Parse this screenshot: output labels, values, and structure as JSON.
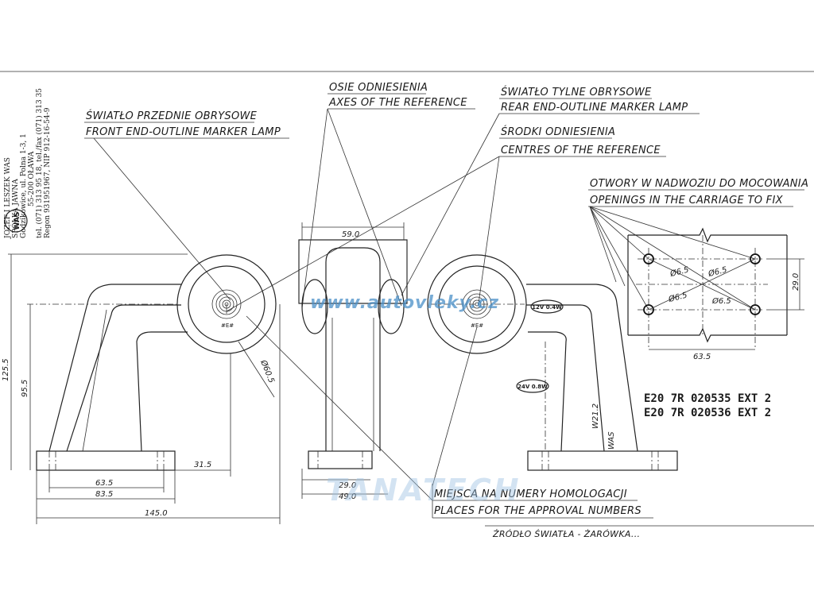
{
  "manufacturer": {
    "lines": [
      "JOZEF I LESZEK WAS",
      "SPÓŁKA JAWNA",
      "Godzikowice, ul. Polna 1-3, 1",
      "55-200 OŁAWA",
      "tel. (071) 313 95 18, tel./fax (071) 313 35",
      "Regon 931951967, NIP 912-16-54-9"
    ],
    "logo_text": "WAS"
  },
  "labels": {
    "front_pl": "ŚWIATŁO PRZEDNIE OBRYSOWE",
    "front_en": "FRONT END-OUTLINE MARKER LAMP",
    "axes_pl": "OSIE ODNIESIENIA",
    "axes_en": "AXES OF THE REFERENCE",
    "rear_pl": "ŚWIATŁO TYLNE OBRYSOWE",
    "rear_en": "REAR END-OUTLINE MARKER LAMP",
    "centres_pl": "ŚRODKI ODNIESIENIA",
    "centres_en": "CENTRES OF THE REFERENCE",
    "openings_pl": "OTWORY W NADWOZIU DO MOCOWANIA",
    "openings_en": "OPENINGS IN THE CARRIAGE TO FIX",
    "places_pl": "MIEJSCA NA NUMERY HOMOLOGACJI",
    "places_en": "PLACES FOR THE APPROVAL NUMBERS"
  },
  "dimensions": {
    "d590": "59.0",
    "d1255": "125.5",
    "d955": "95.5",
    "d315": "31.5",
    "d635_left": "63.5",
    "d835": "83.5",
    "d1450": "145.0",
    "dia605": "Ø60.5",
    "d290_mid": "29.0",
    "d490": "49.0",
    "hole_a": "Ø6.5",
    "hole_b": "Ø6.5",
    "hole_c": "Ø6.5",
    "hole_d": "Ø6.5",
    "d290_right": "29.0",
    "d635_right": "63.5",
    "w212": "W21.2",
    "was_mark": "WAS"
  },
  "ratings": {
    "r12v": "12V 0.4W",
    "r24v": "24V 0.8W"
  },
  "approval_codes": [
    "E20  7R  020535  EXT 2",
    "E20  7R  020536  EXT 2"
  ],
  "watermarks": {
    "url_text": "www.autovleky.cz",
    "brand": "TANATECH"
  },
  "bottom_text": "ŹRÓDŁO ŚWIATŁA - ŻARÓWKA..."
}
